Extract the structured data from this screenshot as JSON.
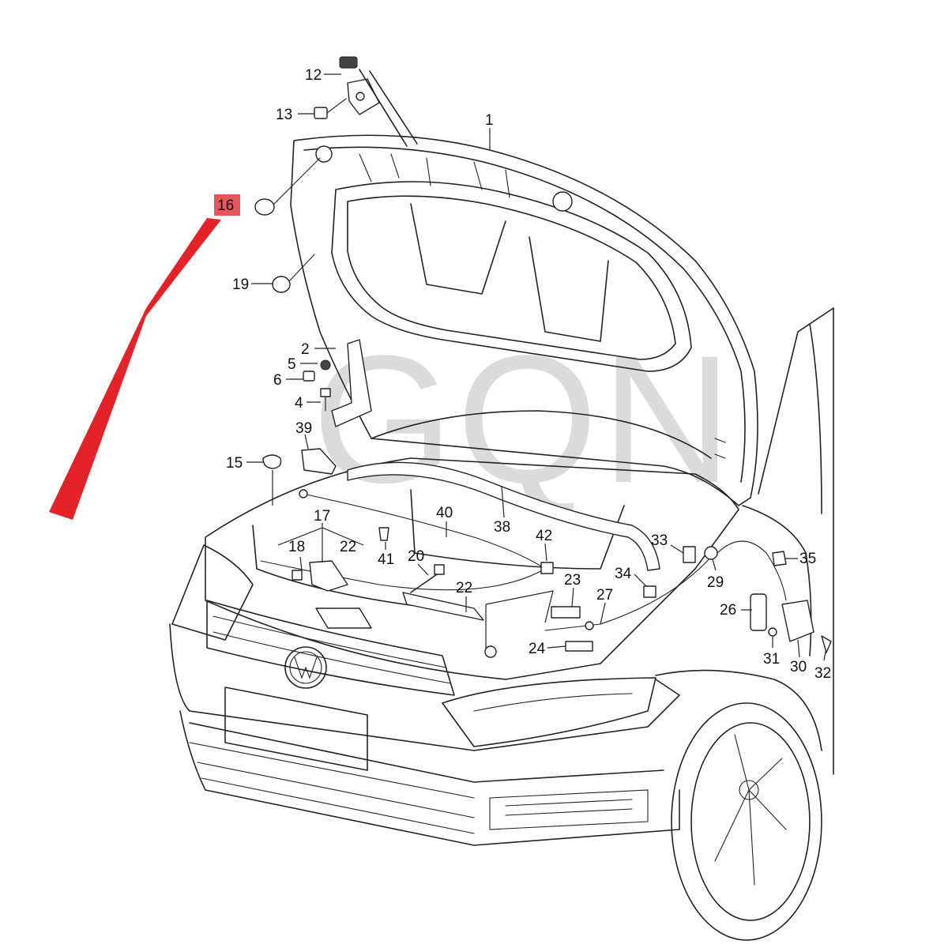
{
  "callouts": {
    "c1": "1",
    "c2": "2",
    "c4": "4",
    "c5": "5",
    "c6": "6",
    "c12": "12",
    "c13": "13",
    "c15": "15",
    "c16": "16",
    "c17": "17",
    "c18": "18",
    "c19": "19",
    "c20": "20",
    "c22a": "22",
    "c22b": "22",
    "c23": "23",
    "c24": "24",
    "c26": "26",
    "c27": "27",
    "c29": "29",
    "c30": "30",
    "c31": "31",
    "c32": "32",
    "c33": "33",
    "c34": "34",
    "c35": "35",
    "c38": "38",
    "c39": "39",
    "c40": "40",
    "c41": "41",
    "c42": "42"
  },
  "watermark": "GQN",
  "colors": {
    "highlight": "#e8565a",
    "arrow": "#e52228",
    "line": "#222222"
  }
}
